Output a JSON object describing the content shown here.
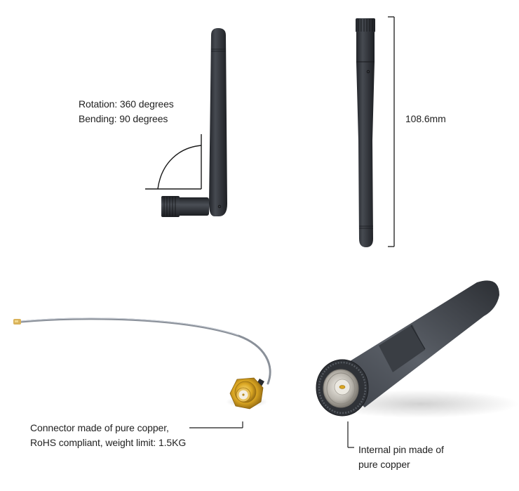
{
  "panels": {
    "bent_antenna": {
      "labels": {
        "rotation": "Rotation: 360 degrees",
        "bending": "Bending: 90 degrees"
      }
    },
    "straight_antenna": {
      "dimension_label": "108.6mm"
    },
    "pigtail_cable": {
      "caption_line1": "Connector made of pure copper,",
      "caption_line2": "RoHS compliant, weight limit: 1.5KG"
    },
    "antenna_closeup": {
      "caption_line1": "Internal pin made of",
      "caption_line2": "pure copper"
    }
  },
  "colors": {
    "background": "#ffffff",
    "antenna_body": "#2e3136",
    "antenna_highlight": "#4a4e55",
    "gold": "#d9a521",
    "gold_dark": "#a57a12",
    "cable": "#8a9099",
    "silver": "#c9c6bf",
    "annotation_line": "#1a1a1a"
  }
}
